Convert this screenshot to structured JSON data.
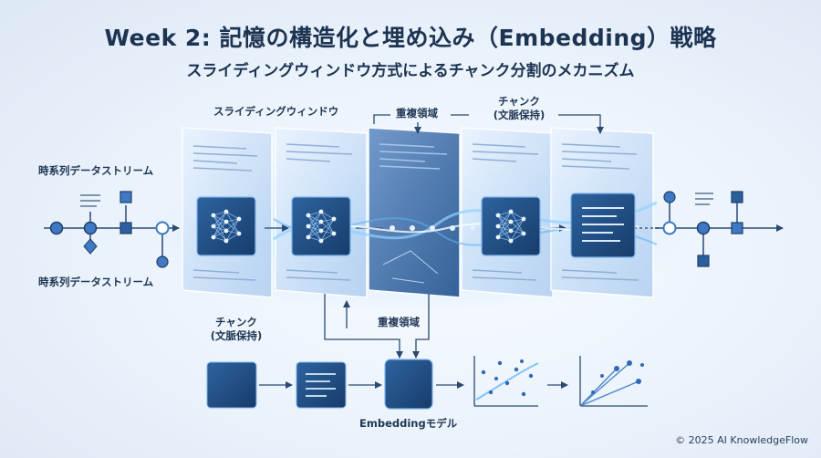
{
  "header": {
    "title": "Week 2: 記憶の構造化と埋め込み（Embedding）戦略",
    "subtitle": "スライディングウィンドウ方式によるチャンク分割のメカニズム"
  },
  "labels": {
    "sliding_window": "スライディングウィンドウ",
    "overlap_top": "重複領域",
    "chunk_top_line1": "チャンク",
    "chunk_top_line2": "(文脈保持)",
    "stream_top": "時系列データストリーム",
    "stream_bottom": "時系列データストリーム",
    "chunk_bottom_line1": "チャンク",
    "chunk_bottom_line2": "(文脈保持)",
    "overlap_bottom": "重複領域",
    "embedding_model": "Embeddingモデル"
  },
  "footer": {
    "copyright": "© 2025 AI KnowledgeFlow"
  },
  "colors": {
    "accent": "#3f78c4",
    "dark_tile": "#1f4c82",
    "line": "#2a4a72",
    "glow": "#7fc3ff"
  },
  "icons": [
    "neural-network-icon",
    "text-lines-icon",
    "scatter-plot-icon",
    "vector-plot-icon"
  ]
}
